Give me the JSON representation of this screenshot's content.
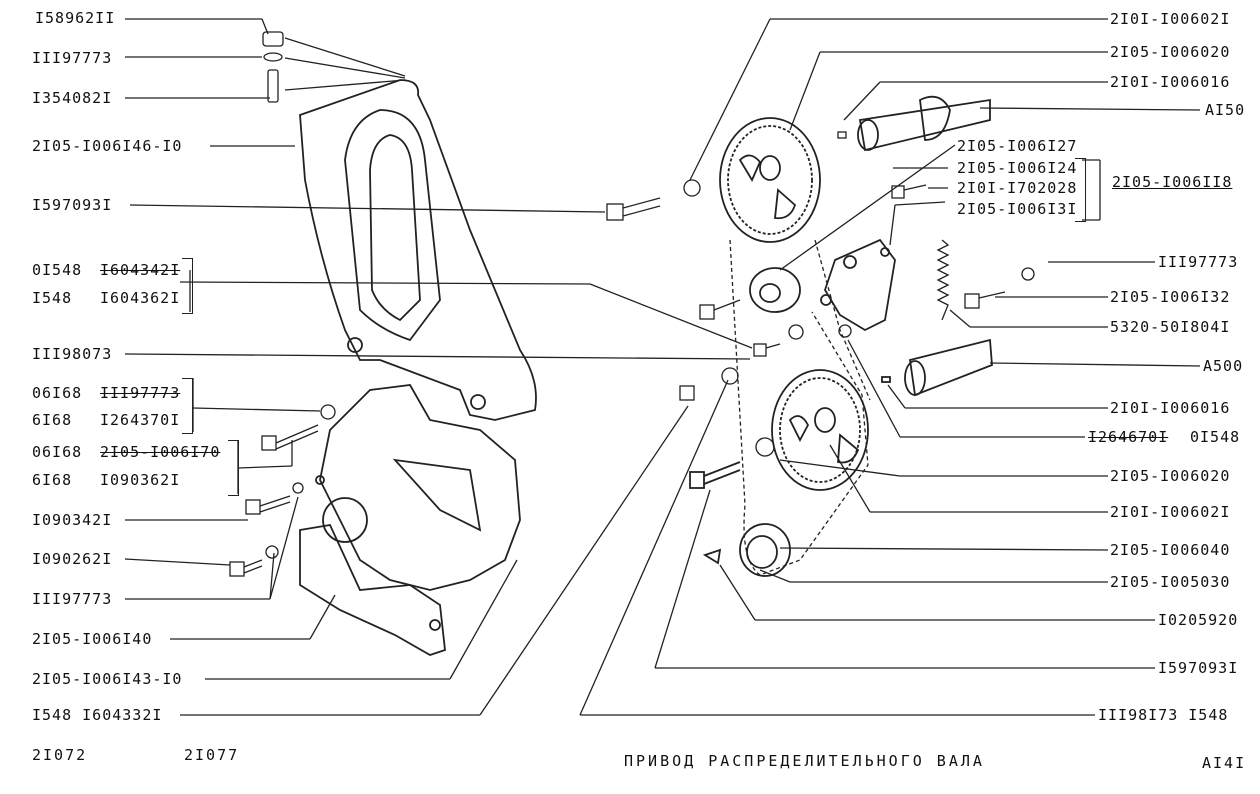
{
  "left_labels": [
    "I58962II",
    "III97773",
    "I354082I",
    "2I05-I006I46-I0",
    "I597093I",
    "0I548",
    "I604342I",
    "I548",
    "I604362I",
    "III98073",
    "06I68",
    "III97773",
    "6I68",
    "I264370I",
    "06I68",
    "2I05-I006I70",
    "6I68",
    "I090362I",
    "I090342I",
    "I090262I",
    "III97773",
    "2I05-I006I40",
    "2I05-I006I43-I0",
    "I548 I604332I"
  ],
  "right_labels": [
    "2I0I-I00602I",
    "2I05-I006020",
    "2I0I-I006016",
    "AI50",
    "2I05-I006I27",
    "2I05-I006I24",
    "2I0I-I702028",
    "2I05-I006I3I",
    "2I05-I006II8",
    "III97773",
    "2I05-I006I32",
    "5320-50I804I",
    "A500",
    "2I0I-I006016",
    "I264670I",
    "0I548",
    "2I05-I006020",
    "2I0I-I00602I",
    "2I05-I006040",
    "2I05-I005030",
    "I0205920",
    "I597093I",
    "III98I73 I548"
  ],
  "footer": {
    "code_left_1": "2I072",
    "code_left_2": "2I077",
    "title": "ПРИВОД РАСПРЕДЕЛИТЕЛЬНОГО ВАЛА",
    "page": "AI4I"
  }
}
